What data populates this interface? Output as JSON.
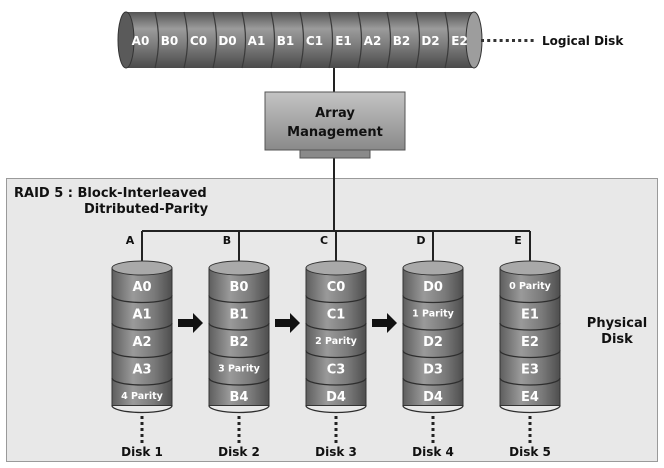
{
  "logical_disk": {
    "blocks": [
      "A0",
      "B0",
      "C0",
      "D0",
      "A1",
      "B1",
      "C1",
      "E1",
      "A2",
      "B2",
      "D2",
      "E2"
    ],
    "label": "Logical Disk"
  },
  "array_management": {
    "line1": "Array",
    "line2": "Management"
  },
  "raid": {
    "title_line1": "RAID 5 : Block-Interleaved",
    "title_line2": "Ditributed-Parity"
  },
  "physical_label": {
    "line1": "Physical",
    "line2": "Disk"
  },
  "disks": [
    {
      "letter": "A",
      "label": "Disk 1",
      "blocks": [
        "A0",
        "A1",
        "A2",
        "A3",
        "4 Parity"
      ]
    },
    {
      "letter": "B",
      "label": "Disk 2",
      "blocks": [
        "B0",
        "B1",
        "B2",
        "3 Parity",
        "B4"
      ]
    },
    {
      "letter": "C",
      "label": "Disk 3",
      "blocks": [
        "C0",
        "C1",
        "2 Parity",
        "C3",
        "D4"
      ]
    },
    {
      "letter": "D",
      "label": "Disk 4",
      "blocks": [
        "D0",
        "1 Parity",
        "D2",
        "D3",
        "D4"
      ]
    },
    {
      "letter": "E",
      "label": "Disk 5",
      "blocks": [
        "0 Parity",
        "E1",
        "E2",
        "E3",
        "E4"
      ]
    }
  ],
  "colors": {
    "cylinder": "#7a7a7a",
    "cylinder_top": "#a6a6a6",
    "panel": "#e8e8e8",
    "text_light": "#ffffff"
  }
}
